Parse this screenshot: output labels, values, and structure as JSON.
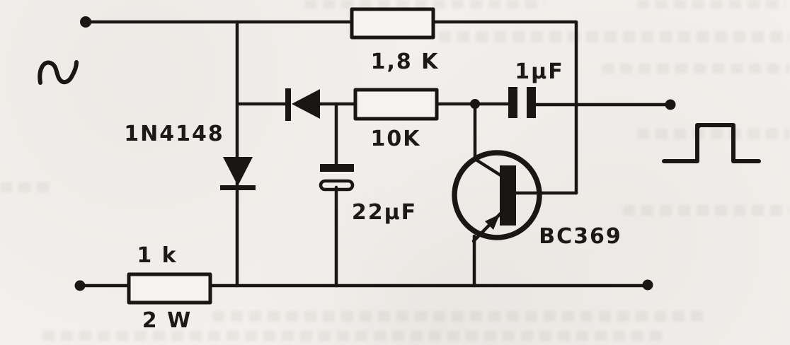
{
  "schematic": {
    "kind": "scanned circuit diagram",
    "input": {
      "waveform_icon": "sine-wave"
    },
    "output": {
      "waveform_icon": "square-wave"
    },
    "components": {
      "top_resistor": {
        "type": "resistor",
        "value": "1,8 K"
      },
      "series_resistor": {
        "type": "resistor",
        "value": "10K"
      },
      "coupling_capacitor": {
        "type": "capacitor",
        "value": "1µF"
      },
      "clamp_diode": {
        "type": "diode",
        "value": "1N4148"
      },
      "filter_capacitor": {
        "type": "electrolytic capacitor",
        "value": "22µF"
      },
      "transistor": {
        "type": "PNP transistor",
        "value": "BC369"
      },
      "input_resistor": {
        "type": "resistor",
        "value": "1 k",
        "power": "2 W"
      }
    },
    "colors": {
      "ink": "#181715",
      "paper": "#f2f0ec"
    }
  }
}
